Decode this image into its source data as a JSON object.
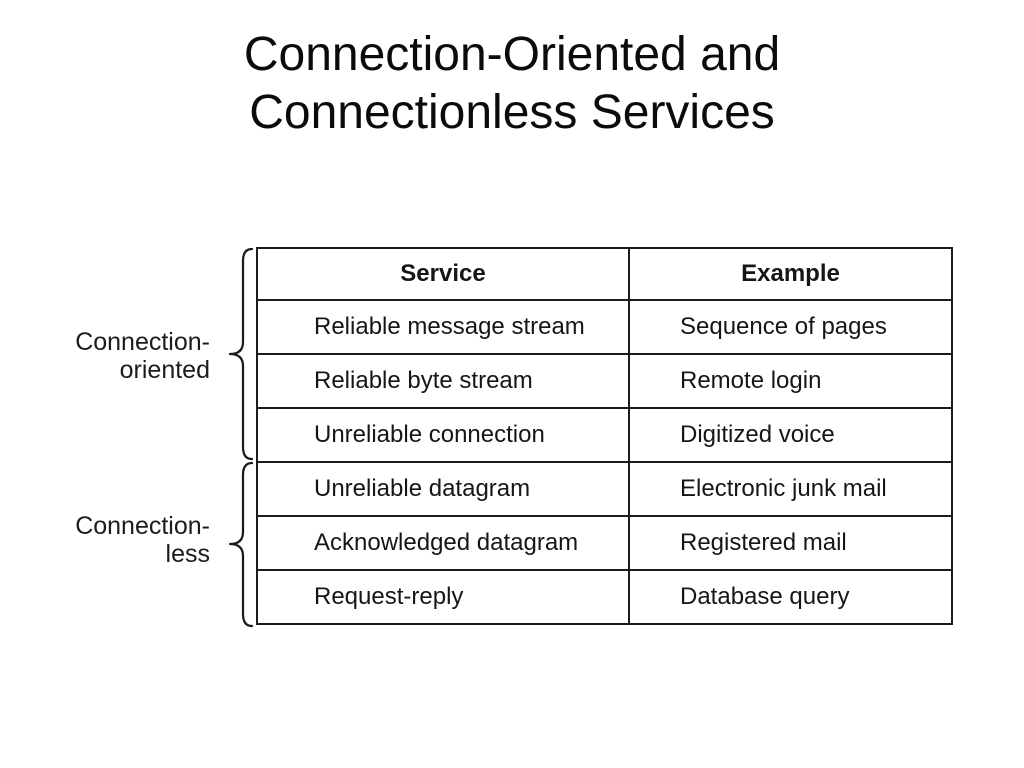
{
  "slide": {
    "title_line1": "Connection-Oriented and",
    "title_line2": "Connectionless Services"
  },
  "groups": {
    "connection_oriented": {
      "line1": "Connection-",
      "line2": "oriented"
    },
    "connectionless": {
      "line1": "Connection-",
      "line2": "less"
    }
  },
  "table": {
    "headers": [
      "Service",
      "Example"
    ],
    "rows": [
      [
        "Reliable message stream",
        "Sequence of pages"
      ],
      [
        "Reliable byte stream",
        "Remote login"
      ],
      [
        "Unreliable connection",
        "Digitized voice"
      ],
      [
        "Unreliable datagram",
        "Electronic junk mail"
      ],
      [
        "Acknowledged datagram",
        "Registered mail"
      ],
      [
        "Request-reply",
        "Database query"
      ]
    ]
  },
  "colors": {
    "background": "#ffffff",
    "text": "#111111",
    "table_border": "#1c1c1c"
  }
}
